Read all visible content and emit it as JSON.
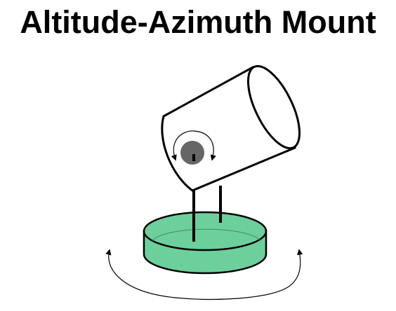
{
  "title": "Altitude-Azimuth Mount",
  "colors": {
    "base_fill": "#6dcf9c",
    "pivot_fill": "#666666",
    "stroke": "#000000",
    "tube_fill": "#ffffff"
  },
  "icons": {
    "altitude_rotation": "curved-double-arrow",
    "azimuth_rotation": "curved-double-arrow"
  }
}
